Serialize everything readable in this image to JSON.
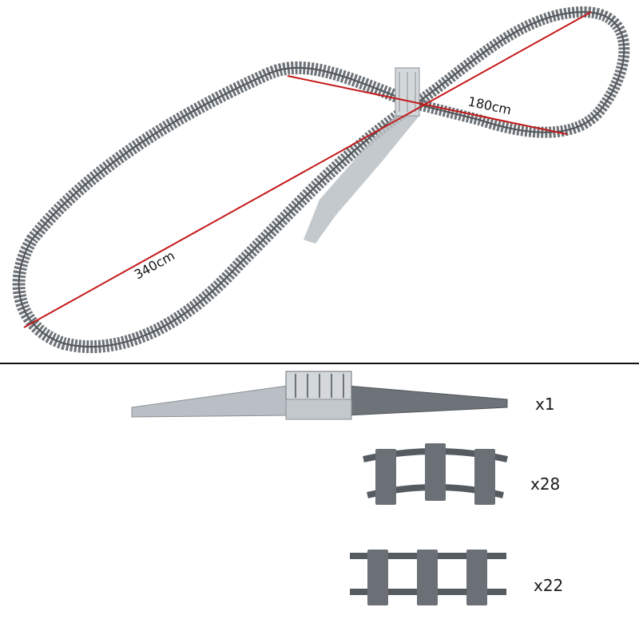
{
  "layout_diagram": {
    "long_dimension": "340cm",
    "short_dimension": "180cm",
    "measure_line_color": "#c41a1a",
    "track_color": "#6d7378",
    "sleeper_color": "#8a9096",
    "bridge_color": "#b9bfc4"
  },
  "divider": {
    "color": "#111111"
  },
  "parts": [
    {
      "name": "bridge-ramp-set",
      "quantity": "x1"
    },
    {
      "name": "curved-track",
      "quantity": "x28"
    },
    {
      "name": "straight-track",
      "quantity": "x22"
    }
  ]
}
